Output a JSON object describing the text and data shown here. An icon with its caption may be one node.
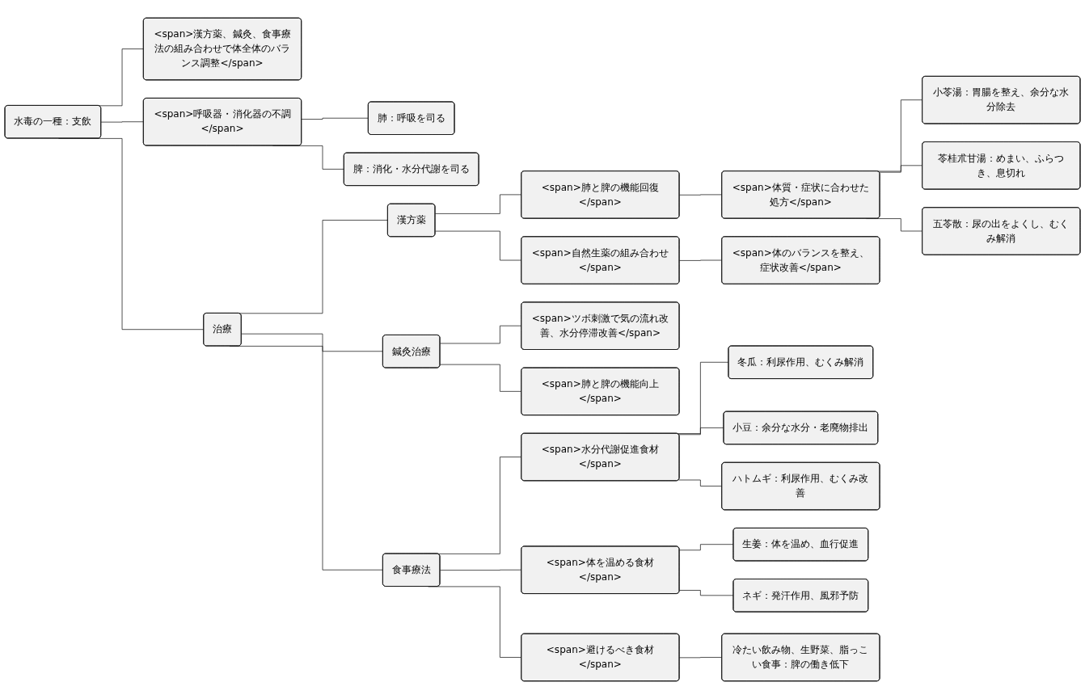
{
  "diagram": {
    "nodes": [
      {
        "text": [
          "水毒の一種：支飲"
        ]
      },
      {
        "text": [
          "<span>呼吸器・消化器の不調</span>"
        ]
      },
      {
        "text": [
          "肺：呼吸を司る"
        ]
      },
      {
        "text": [
          "脾：消化・水分代謝を司る"
        ]
      },
      {
        "text": [
          "治療"
        ]
      },
      {
        "text": [
          "漢方薬"
        ]
      },
      {
        "text": [
          "<span>肺と脾の機能回復</span>"
        ]
      },
      {
        "text": [
          "<span>体質・症状に合わせた処方</span>"
        ]
      },
      {
        "text": [
          "小苓湯：胃腸を整え、余分な水分除去"
        ]
      },
      {
        "text": [
          "苓桂朮甘湯：めまい、ふらつき、息切れ"
        ]
      },
      {
        "text": [
          "五苓散：尿の出をよくし、むくみ解消"
        ]
      },
      {
        "text": [
          "<span>自然生薬の組み合わせ</span>"
        ]
      },
      {
        "text": [
          "<span>体のバランスを整え、症状改善</span>"
        ]
      },
      {
        "text": [
          "鍼灸治療"
        ]
      },
      {
        "text": [
          "<span>ツボ刺激で気の流れ改善、水分停滞改善</span>"
        ]
      },
      {
        "text": [
          "<span>肺と脾の機能向上</span>"
        ]
      },
      {
        "text": [
          "食事療法"
        ]
      },
      {
        "text": [
          "<span>水分代謝促進食材</span>"
        ]
      },
      {
        "text": [
          "冬瓜：利尿作用、むくみ解消"
        ]
      },
      {
        "text": [
          "小豆：余分な水分・老廃物排出"
        ]
      },
      {
        "text": [
          "ハトムギ：利尿作用、むくみ改善"
        ]
      },
      {
        "text": [
          "<span>体を温める食材</span>"
        ]
      },
      {
        "text": [
          "生姜：体を温め、血行促進"
        ]
      },
      {
        "text": [
          "ネギ：発汗作用、風邪予防"
        ]
      },
      {
        "text": [
          "<span>避けるべき食材</span>"
        ]
      },
      {
        "text": [
          "冷たい飲み物、生野菜、脂っこい食事：脾の働き低下"
        ]
      },
      {
        "text": [
          "<span>漢方薬、鍼灸、食事療法の組み合わせで体全体のバランス調整</span>"
        ]
      }
    ],
    "edges": [
      {
        "from": 0,
        "to": 1,
        "arrow": "none"
      },
      {
        "from": 1,
        "to": 2,
        "arrow": "none"
      },
      {
        "from": 1,
        "to": 3,
        "arrow": "none"
      },
      {
        "from": 0,
        "to": 4,
        "arrow": "none"
      },
      {
        "from": 4,
        "to": 5,
        "arrow": "none"
      },
      {
        "from": 5,
        "to": 6,
        "arrow": "none"
      },
      {
        "from": 6,
        "to": 7,
        "arrow": "none"
      },
      {
        "from": 7,
        "to": 8,
        "arrow": "none"
      },
      {
        "from": 7,
        "to": 9,
        "arrow": "none"
      },
      {
        "from": 7,
        "to": 10,
        "arrow": "none"
      },
      {
        "from": 5,
        "to": 11,
        "arrow": "none"
      },
      {
        "from": 11,
        "to": 12,
        "arrow": "none"
      },
      {
        "from": 4,
        "to": 13,
        "arrow": "none"
      },
      {
        "from": 13,
        "to": 14,
        "arrow": "none"
      },
      {
        "from": 13,
        "to": 15,
        "arrow": "none"
      },
      {
        "from": 4,
        "to": 16,
        "arrow": "none"
      },
      {
        "from": 16,
        "to": 17,
        "arrow": "none"
      },
      {
        "from": 17,
        "to": 18,
        "arrow": "none"
      },
      {
        "from": 17,
        "to": 19,
        "arrow": "none"
      },
      {
        "from": 17,
        "to": 20,
        "arrow": "none"
      },
      {
        "from": 16,
        "to": 21,
        "arrow": "none"
      },
      {
        "from": 21,
        "to": 22,
        "arrow": "none"
      },
      {
        "from": 21,
        "to": 23,
        "arrow": "none"
      },
      {
        "from": 16,
        "to": 24,
        "arrow": "none"
      },
      {
        "from": 24,
        "to": 25,
        "arrow": "none"
      },
      {
        "from": 0,
        "to": 26,
        "arrow": "none"
      }
    ]
  }
}
